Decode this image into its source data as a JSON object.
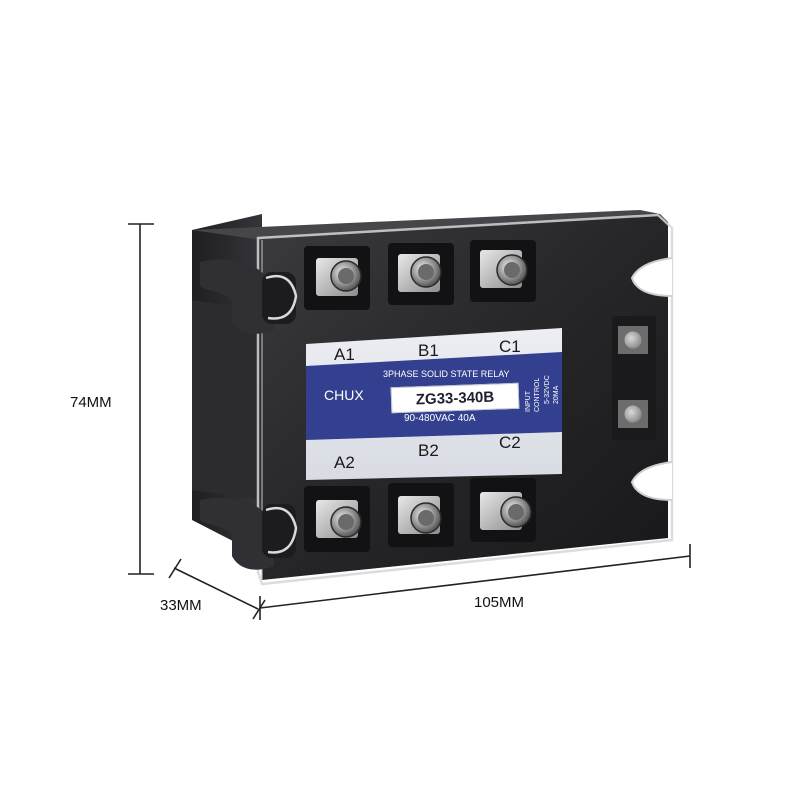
{
  "dimensions": {
    "height_label": "74MM",
    "depth_label": "33MM",
    "width_label": "105MM"
  },
  "relay": {
    "brand": "CHUX",
    "title": "3PHASE SOLID STATE RELAY",
    "model": "ZG33-340B",
    "rating": "90-480VAC 40A",
    "terminals_top": [
      "A1",
      "B1",
      "C1"
    ],
    "terminals_bottom": [
      "A2",
      "B2",
      "C2"
    ],
    "control_lines": [
      "INPUT",
      "CONTROL",
      "5-32VDC",
      "20MA"
    ]
  },
  "colors": {
    "housing": "#2a2a2c",
    "label_blue": "#33408f",
    "label_grey": "#e3e5ea",
    "background": "#ffffff"
  }
}
